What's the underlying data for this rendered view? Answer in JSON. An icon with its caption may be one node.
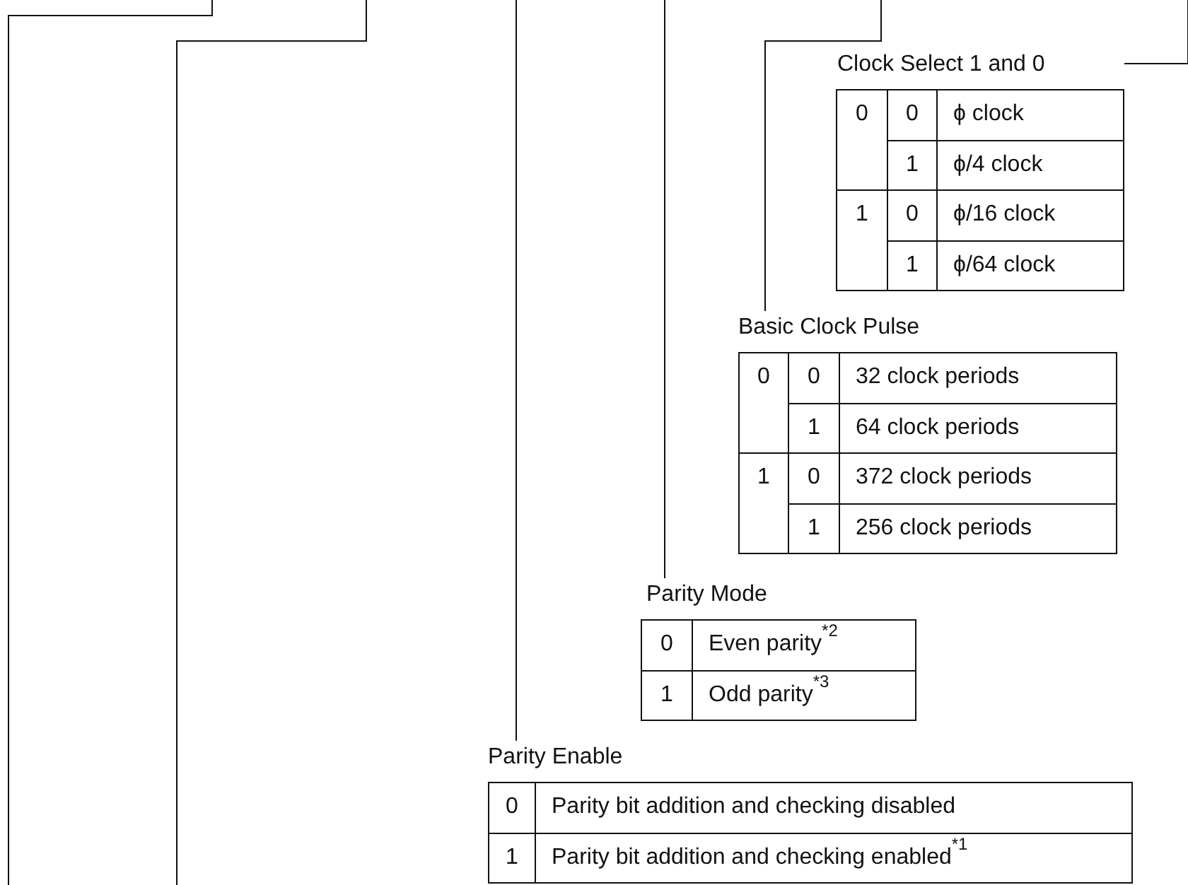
{
  "diagram": {
    "nodes": [
      {
        "text": [
          "Clock Select 1 and 0",
          "0",
          "0",
          "ϕ clock",
          "1",
          "ϕ/4 clock",
          "1",
          "0",
          "ϕ/16 clock",
          "1",
          "ϕ/64 clock"
        ]
      },
      {
        "text": [
          "Basic Clock Pulse",
          "0",
          "0",
          "32 clock periods",
          "1",
          "64 clock periods",
          "1",
          "0",
          "372 clock periods",
          "1",
          "256 clock periods"
        ]
      },
      {
        "text": [
          "Parity Mode",
          "0",
          "Even parity$^{*2}$",
          "1",
          "Odd parity$^{*3}$"
        ]
      },
      {
        "text": [
          "Parity Enable",
          "0",
          "Parity bit addition and checking disabled",
          "1",
          "Parity bit addition and checking enabled$^{*1}$"
        ]
      }
    ],
    "edges": [
      {
        "from": null,
        "to": 0,
        "arrow": "none"
      },
      {
        "from": null,
        "to": 1,
        "arrow": "none"
      },
      {
        "from": null,
        "to": 2,
        "arrow": "none"
      },
      {
        "from": null,
        "to": 3,
        "arrow": "none"
      }
    ]
  }
}
